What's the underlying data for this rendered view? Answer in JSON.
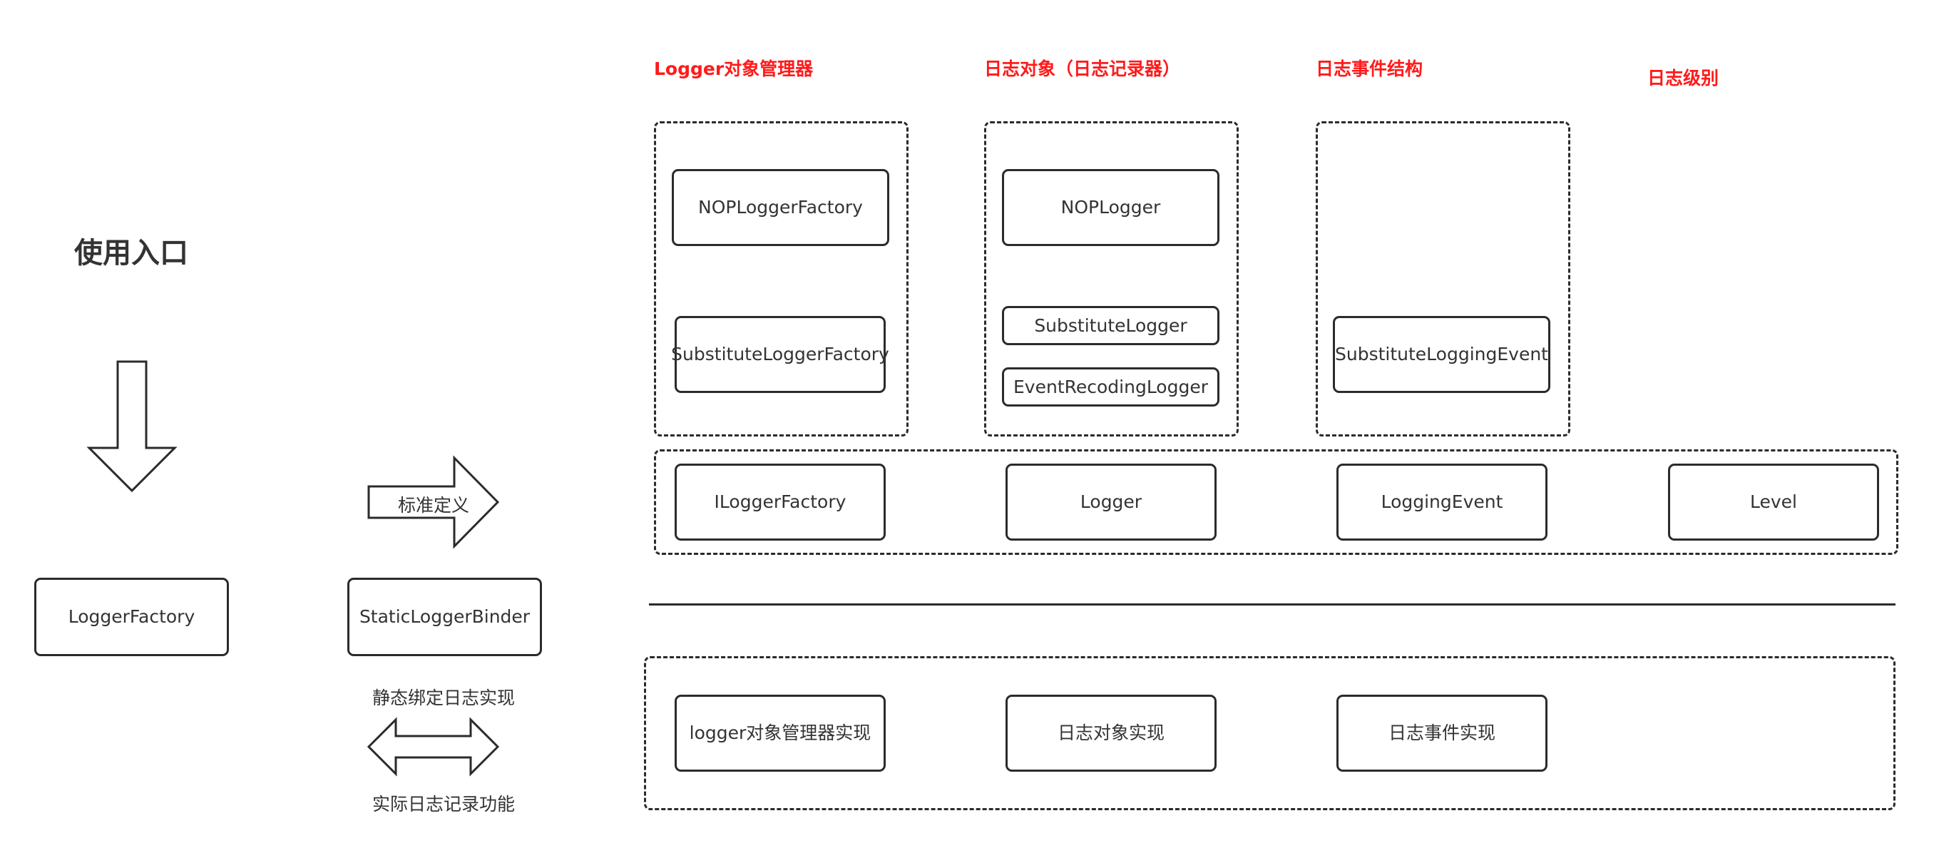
{
  "entry": {
    "title": "使用入口",
    "logger_factory": "LoggerFactory"
  },
  "binder": {
    "arrow_label": "标准定义",
    "static_binder": "StaticLoggerBinder",
    "caption_top": "静态绑定日志实现",
    "caption_bottom": "实际日志记录功能"
  },
  "columns": {
    "factory": {
      "title": "Logger对象管理器",
      "items": [
        "NOPLoggerFactory",
        "SubstituteLoggerFactory"
      ],
      "interface": "ILoggerFactory",
      "impl": "logger对象管理器实现"
    },
    "logger": {
      "title": "日志对象（日志记录器）",
      "items": [
        "NOPLogger",
        "SubstituteLogger",
        "EventRecodingLogger"
      ],
      "interface": "Logger",
      "impl": "日志对象实现"
    },
    "event": {
      "title": "日志事件结构",
      "items": [
        "SubstituteLoggingEvent"
      ],
      "interface": "LoggingEvent",
      "impl": "日志事件实现"
    },
    "level": {
      "title": "日志级别",
      "interface": "Level"
    }
  }
}
